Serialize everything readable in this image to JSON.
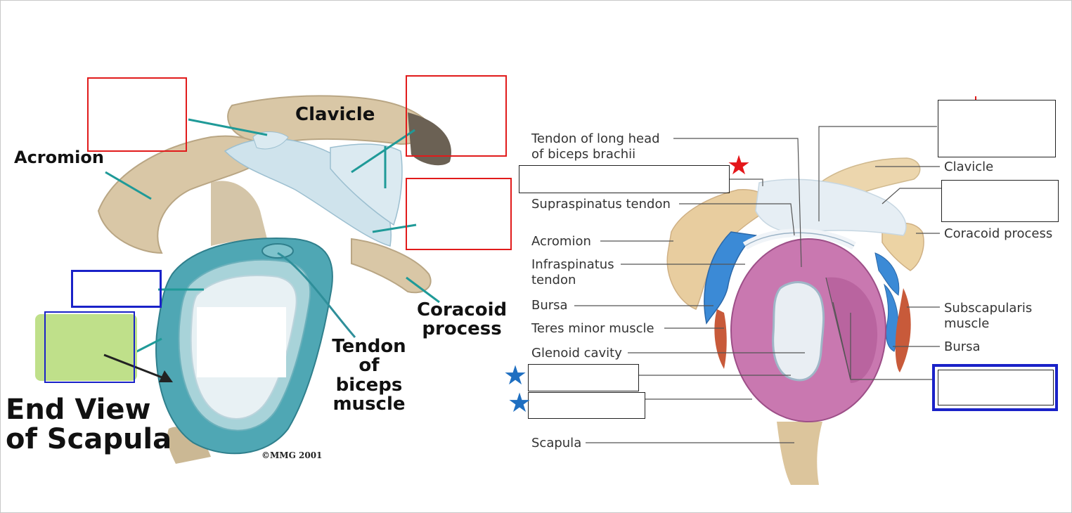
{
  "left_figure": {
    "labels": {
      "clavicle": "Clavicle",
      "acromion": "Acromion",
      "coracoid": "Coracoid\nprocess",
      "tendon": "Tendon\nof\nbiceps\nmuscle",
      "end_view": "End View\nof Scapula",
      "copyright": "©MMG 2001"
    }
  },
  "right_figure": {
    "labels": {
      "tendon_long_head": "Tendon of long head\nof biceps brachii",
      "supraspinatus": "Supraspinatus tendon",
      "acromion": "Acromion",
      "infraspinatus": "Infraspinatus\ntendon",
      "bursa_left": "Bursa",
      "teres_minor": "Teres minor muscle",
      "glenoid": "Glenoid cavity",
      "scapula": "Scapula",
      "clavicle": "Clavicle",
      "coracoid": "Coracoid process",
      "subscapularis": "Subscapularis\nmuscle",
      "bursa_right": "Bursa"
    }
  },
  "colors": {
    "red_box": "#e11b1b",
    "blue_box": "#1a22c8",
    "star_red": "#e4161a",
    "star_blue": "#1f6fc1",
    "bone": "#d9c7a6",
    "ligament": "#cfe3ec",
    "capsule": "#4fa7b4",
    "synovial": "#c978b0",
    "bursa": "#3b8ad6",
    "muscle": "#c85a3a",
    "highlight_patch": "#bfe08a"
  },
  "icons": [
    "star-icon",
    "arrow-icon"
  ]
}
